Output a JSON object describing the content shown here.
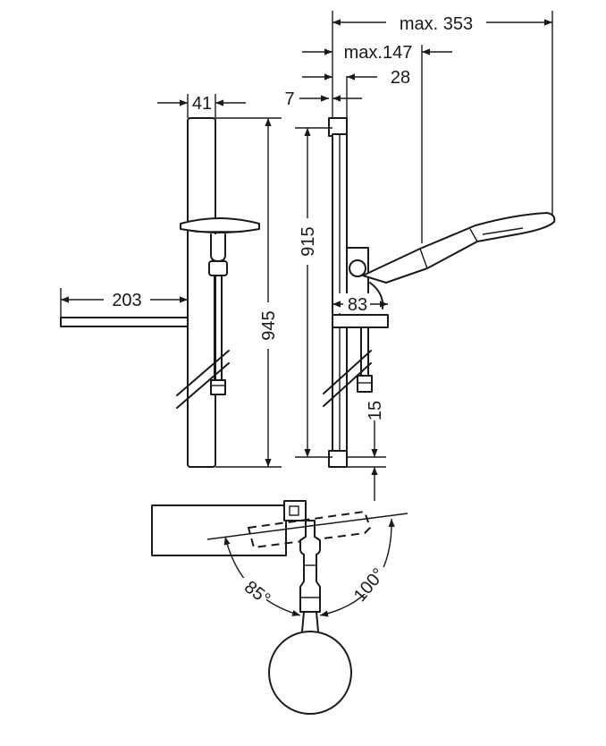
{
  "colors": {
    "line": "#1a1a1a",
    "background": "#ffffff"
  },
  "dimensions": {
    "max_reach": "max. 353",
    "max_handshower_offset": "max.147",
    "shelf_gap": "28",
    "rail_offset": "7",
    "rail_width": "41",
    "rail_length": "945",
    "fixing_distance": "915",
    "shelf_length": "203",
    "shelf_depth": "83",
    "bottom_offset": "15",
    "angle_left": "85°",
    "angle_right": "100°"
  }
}
